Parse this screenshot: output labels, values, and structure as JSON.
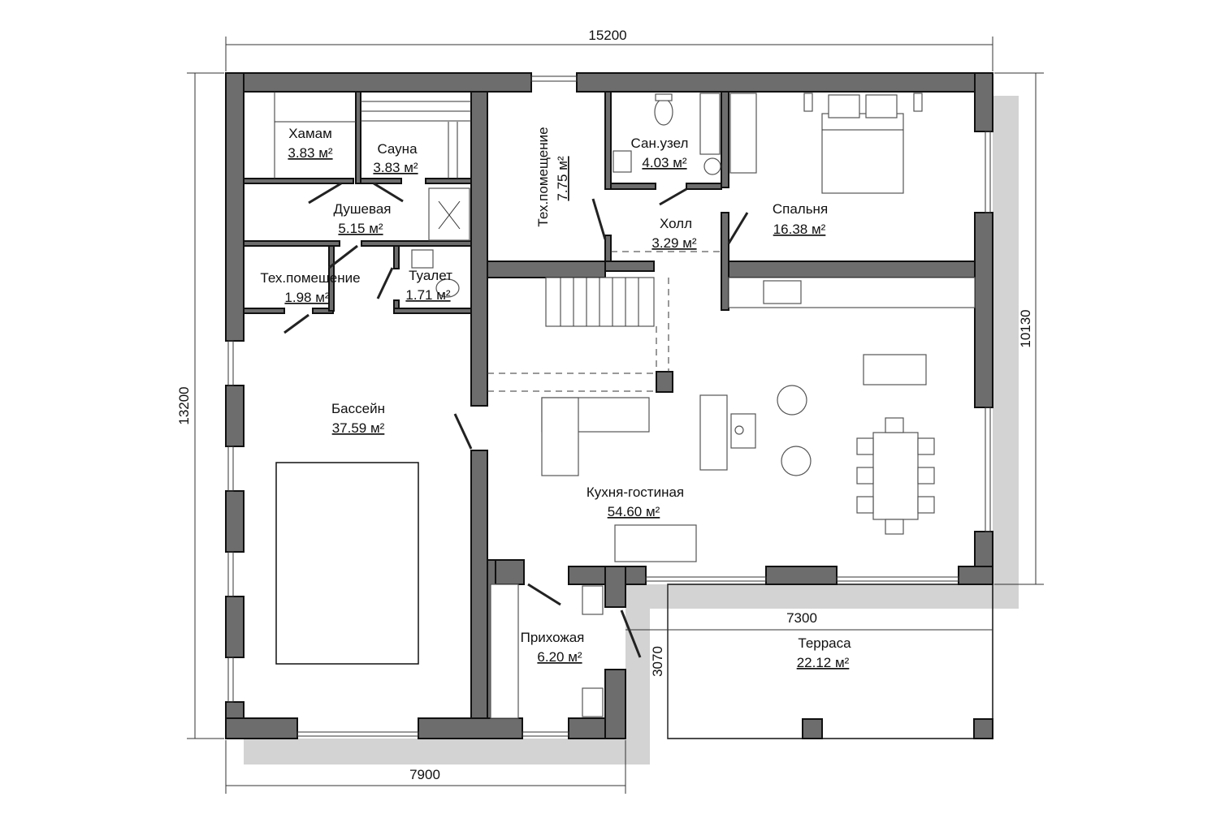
{
  "dimensions": {
    "top": "15200",
    "left": "13200",
    "right": "10130",
    "bottom": "7900",
    "terrace_width": "7300",
    "terrace_depth": "3070"
  },
  "rooms": {
    "hamam": {
      "name": "Хамам",
      "area": "3.83 м²"
    },
    "sauna": {
      "name": "Сауна",
      "area": "3.83 м²"
    },
    "shower": {
      "name": "Душевая",
      "area": "5.15 м²"
    },
    "tech_big": {
      "name": "Тех.помещение",
      "area": "7.75 м²"
    },
    "bathroom": {
      "name": "Сан.узел",
      "area": "4.03 м²"
    },
    "hall": {
      "name": "Холл",
      "area": "3.29 м²"
    },
    "bedroom": {
      "name": "Спальня",
      "area": "16.38 м²"
    },
    "tech_small": {
      "name": "Тех.помещение",
      "area": "1.98 м²"
    },
    "toilet": {
      "name": "Туалет",
      "area": "1.71 м²"
    },
    "pool": {
      "name": "Бассейн",
      "area": "37.59 м²"
    },
    "kitchen_living": {
      "name": "Кухня-гостиная",
      "area": "54.60 м²"
    },
    "entrance": {
      "name": "Прихожая",
      "area": "6.20 м²"
    },
    "terrace": {
      "name": "Терраса",
      "area": "22.12 м²"
    }
  },
  "colors": {
    "wall": "#6d6d6d",
    "shadow": "#d3d3d3"
  }
}
